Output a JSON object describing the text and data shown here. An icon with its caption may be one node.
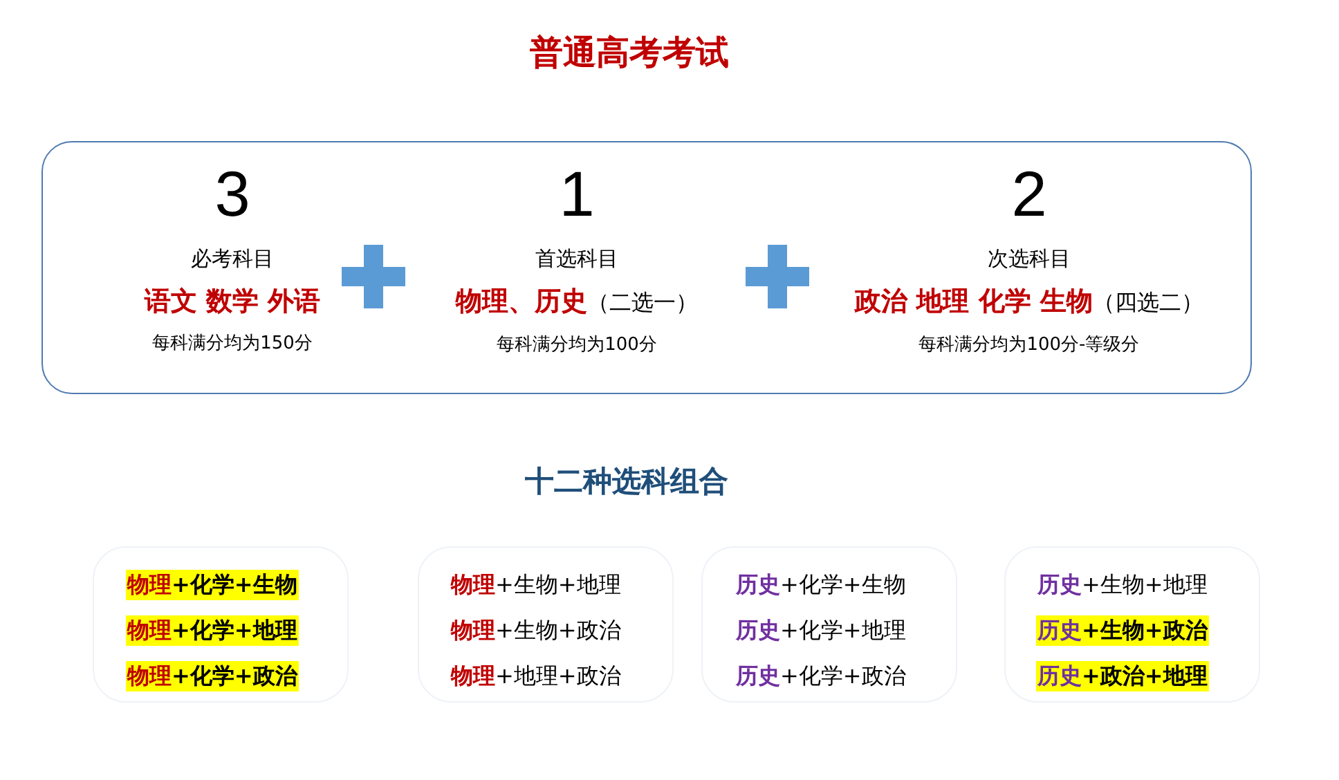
{
  "diagram": {
    "title": "普通高考考试",
    "nodes": [
      {
        "text": [],
        "shape": "box"
      },
      {
        "text": [
          "3",
          "必考科目",
          "语文  数学  外语",
          "每科满分均为150分"
        ],
        "in": 0
      },
      {
        "text": [
          "1",
          "首选科目",
          "**物理、历史**（二选一）",
          "每科满分均为100分"
        ],
        "in": 0
      },
      {
        "text": [
          "2",
          "次选科目",
          "**政治 地理 化学 生物**（四选二）",
          "每科满分均为100分-等级分"
        ],
        "in": 0
      },
      {
        "text": [
          "**物理**+化学+生物",
          "**物理**+化学+地理",
          "**物理**+化学+政治"
        ]
      },
      {
        "text": [
          "**物理**+生物+地理",
          "**物理**+生物+政治",
          "**物理**+地理+政治"
        ]
      },
      {
        "text": [
          "**历史**+化学+生物",
          "**历史**+化学+地理",
          "**历史**+化学+政治"
        ]
      },
      {
        "text": [
          "**历史**+生物+地理",
          "**历史**+生物+政治",
          "**历史**+政治+地理"
        ]
      }
    ],
    "labels": [
      "十二种选科组合"
    ]
  }
}
